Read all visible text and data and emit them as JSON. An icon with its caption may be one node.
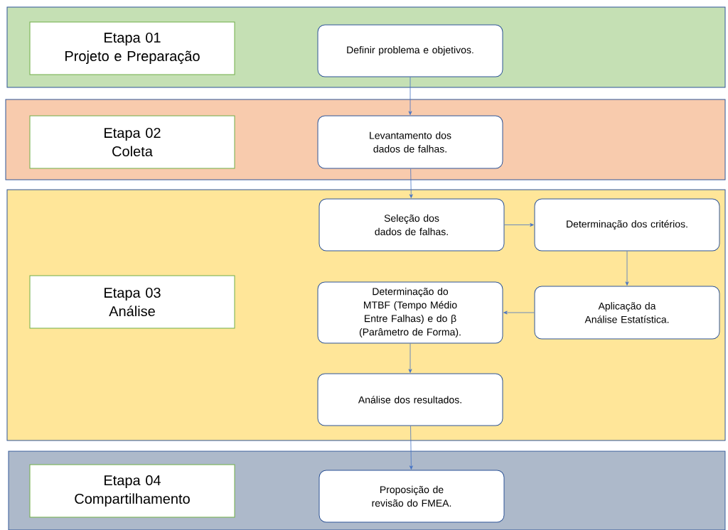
{
  "diagram": {
    "nodes": [
      {
        "text": [],
        "shape": "box"
      },
      {
        "text": [
          "Etapa 01",
          "Projeto e Preparação"
        ],
        "in": 0
      },
      {
        "text": [
          "Definir problema e objetivos."
        ],
        "in": 0
      },
      {
        "text": [],
        "shape": "box"
      },
      {
        "text": [
          "Etapa 02",
          "Coleta"
        ],
        "in": 3
      },
      {
        "text": [
          "Levantamento dos dados de falhas."
        ],
        "in": 3
      },
      {
        "text": [],
        "shape": "box"
      },
      {
        "text": [
          "Etapa 03",
          "Análise"
        ],
        "in": 6
      },
      {
        "text": [
          "Seleção dos dados de falhas."
        ],
        "in": 6
      },
      {
        "text": [
          "Determinação dos critérios."
        ],
        "in": 6
      },
      {
        "text": [
          "Aplicação da Análise Estatística."
        ],
        "in": 6
      },
      {
        "text": [
          "Determinação do  MTBF (Tempo Médio Entre Falhas) e do β (Parâmetro de Forma)."
        ],
        "in": 6
      },
      {
        "text": [
          "Análise dos resultados."
        ],
        "in": 6
      },
      {
        "text": [],
        "shape": "box"
      },
      {
        "text": [
          "Etapa 04",
          "Compartilhamento"
        ],
        "in": 13
      },
      {
        "text": [
          "Proposição de revisão do FMEA."
        ],
        "in": 13
      }
    ],
    "edges": [
      {
        "from": 2,
        "to": 5,
        "arrow": "to"
      },
      {
        "from": 5,
        "to": 8,
        "arrow": "to"
      },
      {
        "from": 8,
        "to": 9,
        "arrow": "to"
      },
      {
        "from": 9,
        "to": 10,
        "arrow": "to"
      },
      {
        "from": 10,
        "to": 11,
        "arrow": "to"
      },
      {
        "from": 11,
        "to": 12,
        "arrow": "to"
      },
      {
        "from": 12,
        "to": 15,
        "arrow": "to"
      }
    ]
  }
}
